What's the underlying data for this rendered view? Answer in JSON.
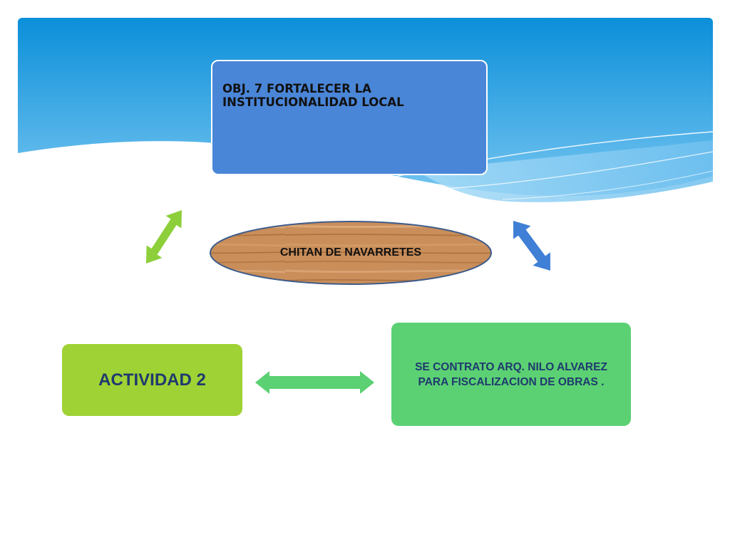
{
  "objective": {
    "line1": "OBJ. 7 FORTALECER LA",
    "line2": "INSTITUCIONALIDAD  LOCAL"
  },
  "center": {
    "label": "CHITAN DE NAVARRETES"
  },
  "activity": {
    "label": "ACTIVIDAD 2"
  },
  "contract": {
    "line1": "SE CONTRATO  ARQ. NILO ALVAREZ",
    "line2": "PARA FISCALIZACION DE OBRAS ."
  },
  "colors": {
    "sky_top": "#0b8fd9",
    "sky_bottom": "#7cc8f2",
    "objective_box": "#4a86d8",
    "activity_box": "#9fd234",
    "contract_box": "#5bd173",
    "wood": "#c98e5a",
    "arrow_green_lime": "#8ccf3a",
    "arrow_blue": "#3f7fd6",
    "arrow_green": "#5bd173",
    "text_dark_blue": "#1f3a6e"
  }
}
